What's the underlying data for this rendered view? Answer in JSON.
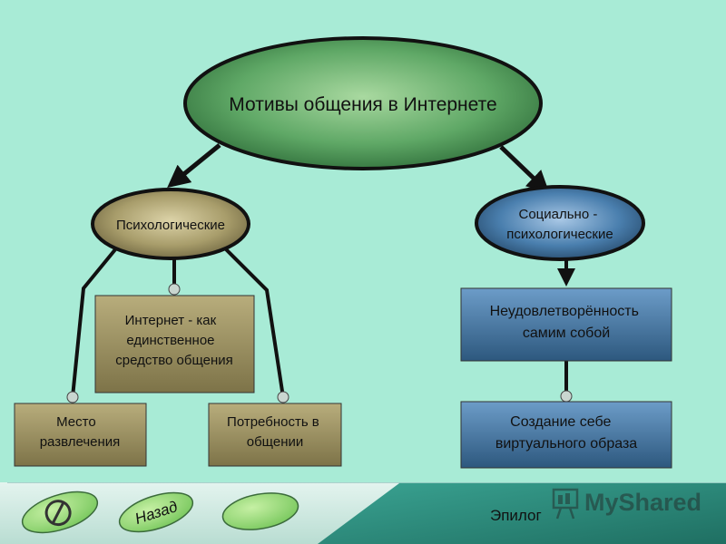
{
  "diagram": {
    "root": {
      "label": "Мотивы общения в Интернете"
    },
    "branches": {
      "psychological": {
        "label": "Психологические",
        "children": {
          "internet_only": [
            "Интернет - как",
            "единственное",
            "средство общения"
          ],
          "entertainment": [
            "Место",
            "развлечения"
          ],
          "need": [
            "Потребность в",
            "общении"
          ]
        }
      },
      "socio": {
        "label": [
          "Социально -",
          "психологические"
        ],
        "children": {
          "dissatisfaction": [
            "Неудовлетворённость",
            "самим собой"
          ],
          "virtual_image": [
            "Создание себе",
            "виртуального образа"
          ]
        }
      }
    }
  },
  "footer": {
    "back_label": "Назад",
    "epilog_label": "Эпилог",
    "watermark": "MyShared"
  },
  "icons": {
    "no_entry": "no-entry-icon",
    "presentation": "presentation-icon"
  },
  "colors": {
    "background": "#a8ebd6",
    "root_fill": "#3f8a4a",
    "psych_fill": "#a59a68",
    "socio_fill": "#3f6f98",
    "psych_box": "#8f8556",
    "socio_box": "#3c6a92",
    "epilog_panel": "#2b8a7d"
  }
}
